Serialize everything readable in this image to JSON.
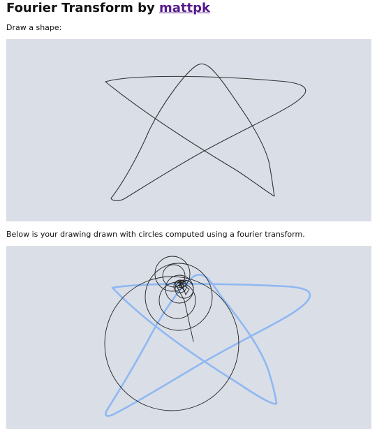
{
  "header": {
    "title_prefix": "Fourier Transform by ",
    "author_link": "mattpk"
  },
  "draw_section": {
    "prompt": "Draw a shape:"
  },
  "result_section": {
    "caption": "Below is your drawing drawn with circles computed using a fourier transform."
  },
  "colors": {
    "canvas_background": "#dadee7",
    "user_stroke": "#333333",
    "fourier_path": "#8fb8f2",
    "epicycles": "#222222",
    "link": "#551a8b"
  }
}
